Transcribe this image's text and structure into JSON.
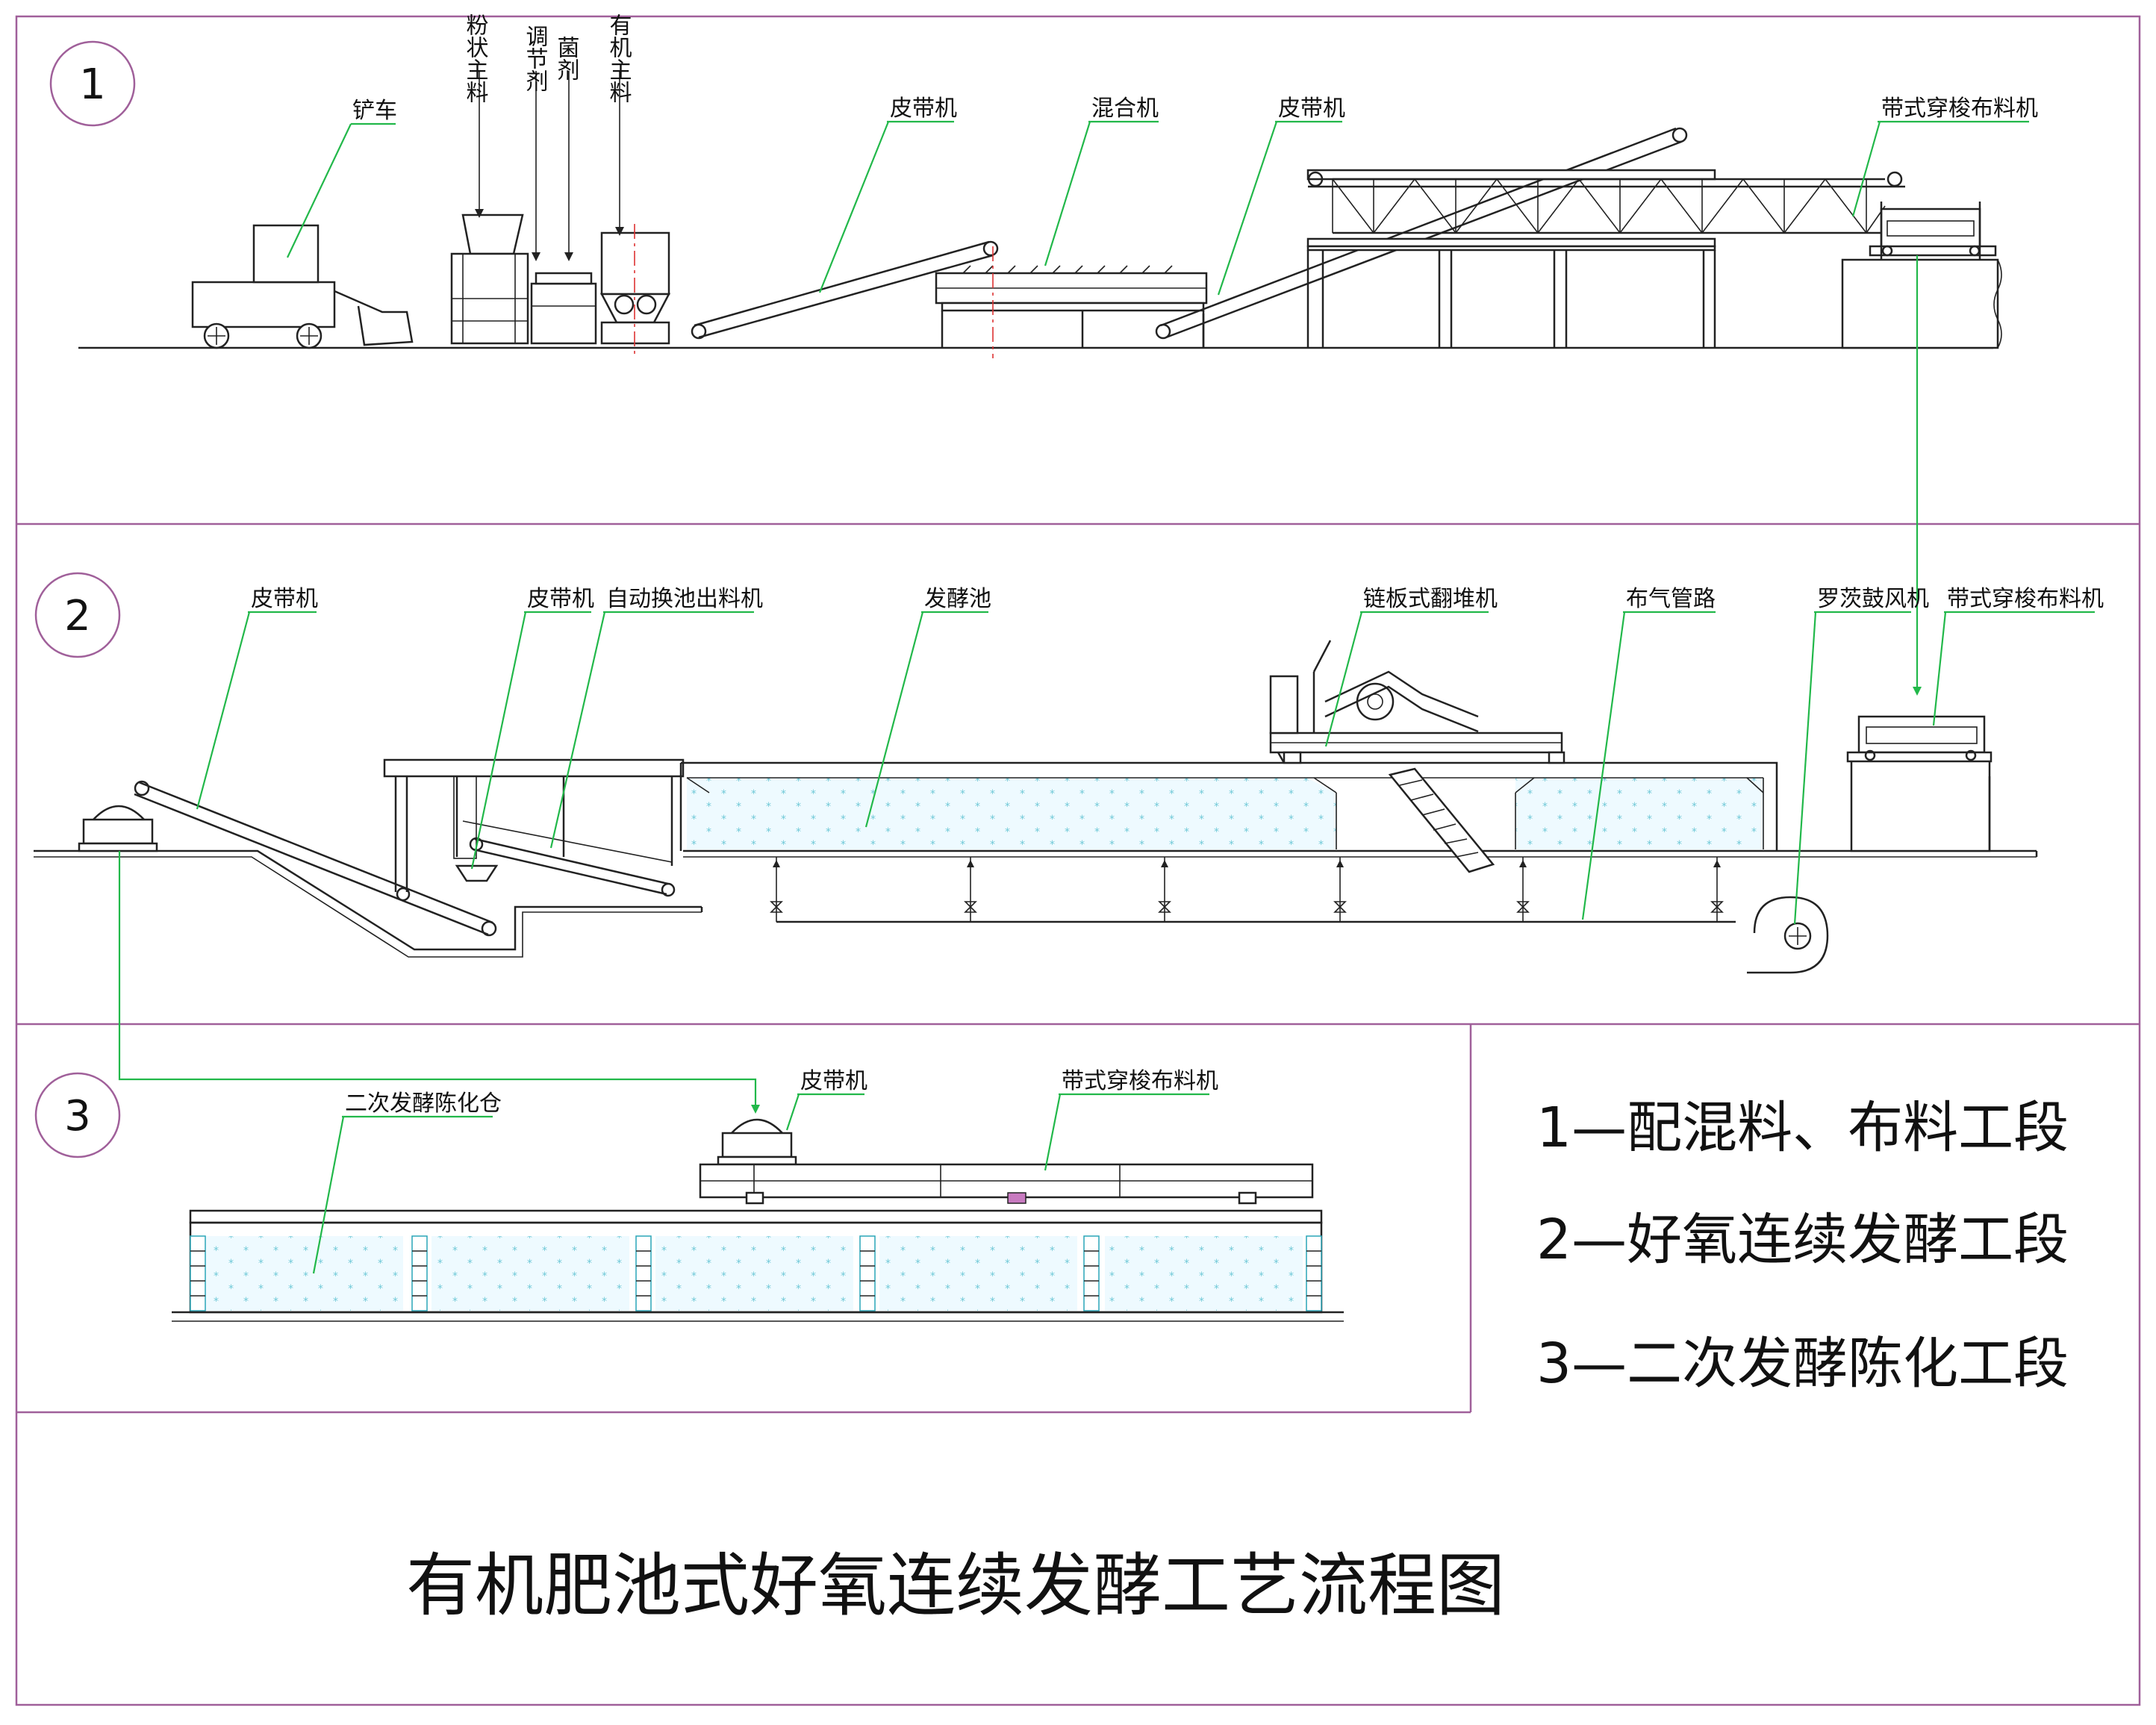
{
  "title": "有机肥池式好氧连续发酵工艺流程图",
  "stages": [
    {
      "number": "1"
    },
    {
      "number": "2"
    },
    {
      "number": "3"
    }
  ],
  "legend": [
    "1—配混料、布料工段",
    "2—好氧连续发酵工段",
    "3—二次发酵陈化工段"
  ],
  "stage1_labels": {
    "loader": "铲车",
    "powder_main": "粉状主料",
    "regulator": "调节剂",
    "bacteria": "菌剂",
    "organic_main": "有机主料",
    "belt1": "皮带机",
    "mixer": "混合机",
    "belt2": "皮带机",
    "shuttle": "带式穿梭布料机"
  },
  "stage2_labels": {
    "belt1": "皮带机",
    "belt2": "皮带机",
    "discharger": "自动换池出料机",
    "pool": "发酵池",
    "turner": "链板式翻堆机",
    "air_pipe": "布气管路",
    "blower": "罗茨鼓风机",
    "shuttle": "带式穿梭布料机"
  },
  "stage3_labels": {
    "belt": "皮带机",
    "shuttle": "带式穿梭布料机",
    "bin": "二次发酵陈化仓"
  },
  "colors": {
    "leader": "#22b84a",
    "frame": "#a0609a",
    "centerline": "#d33333",
    "fill_dots": "#6fc9d8"
  }
}
